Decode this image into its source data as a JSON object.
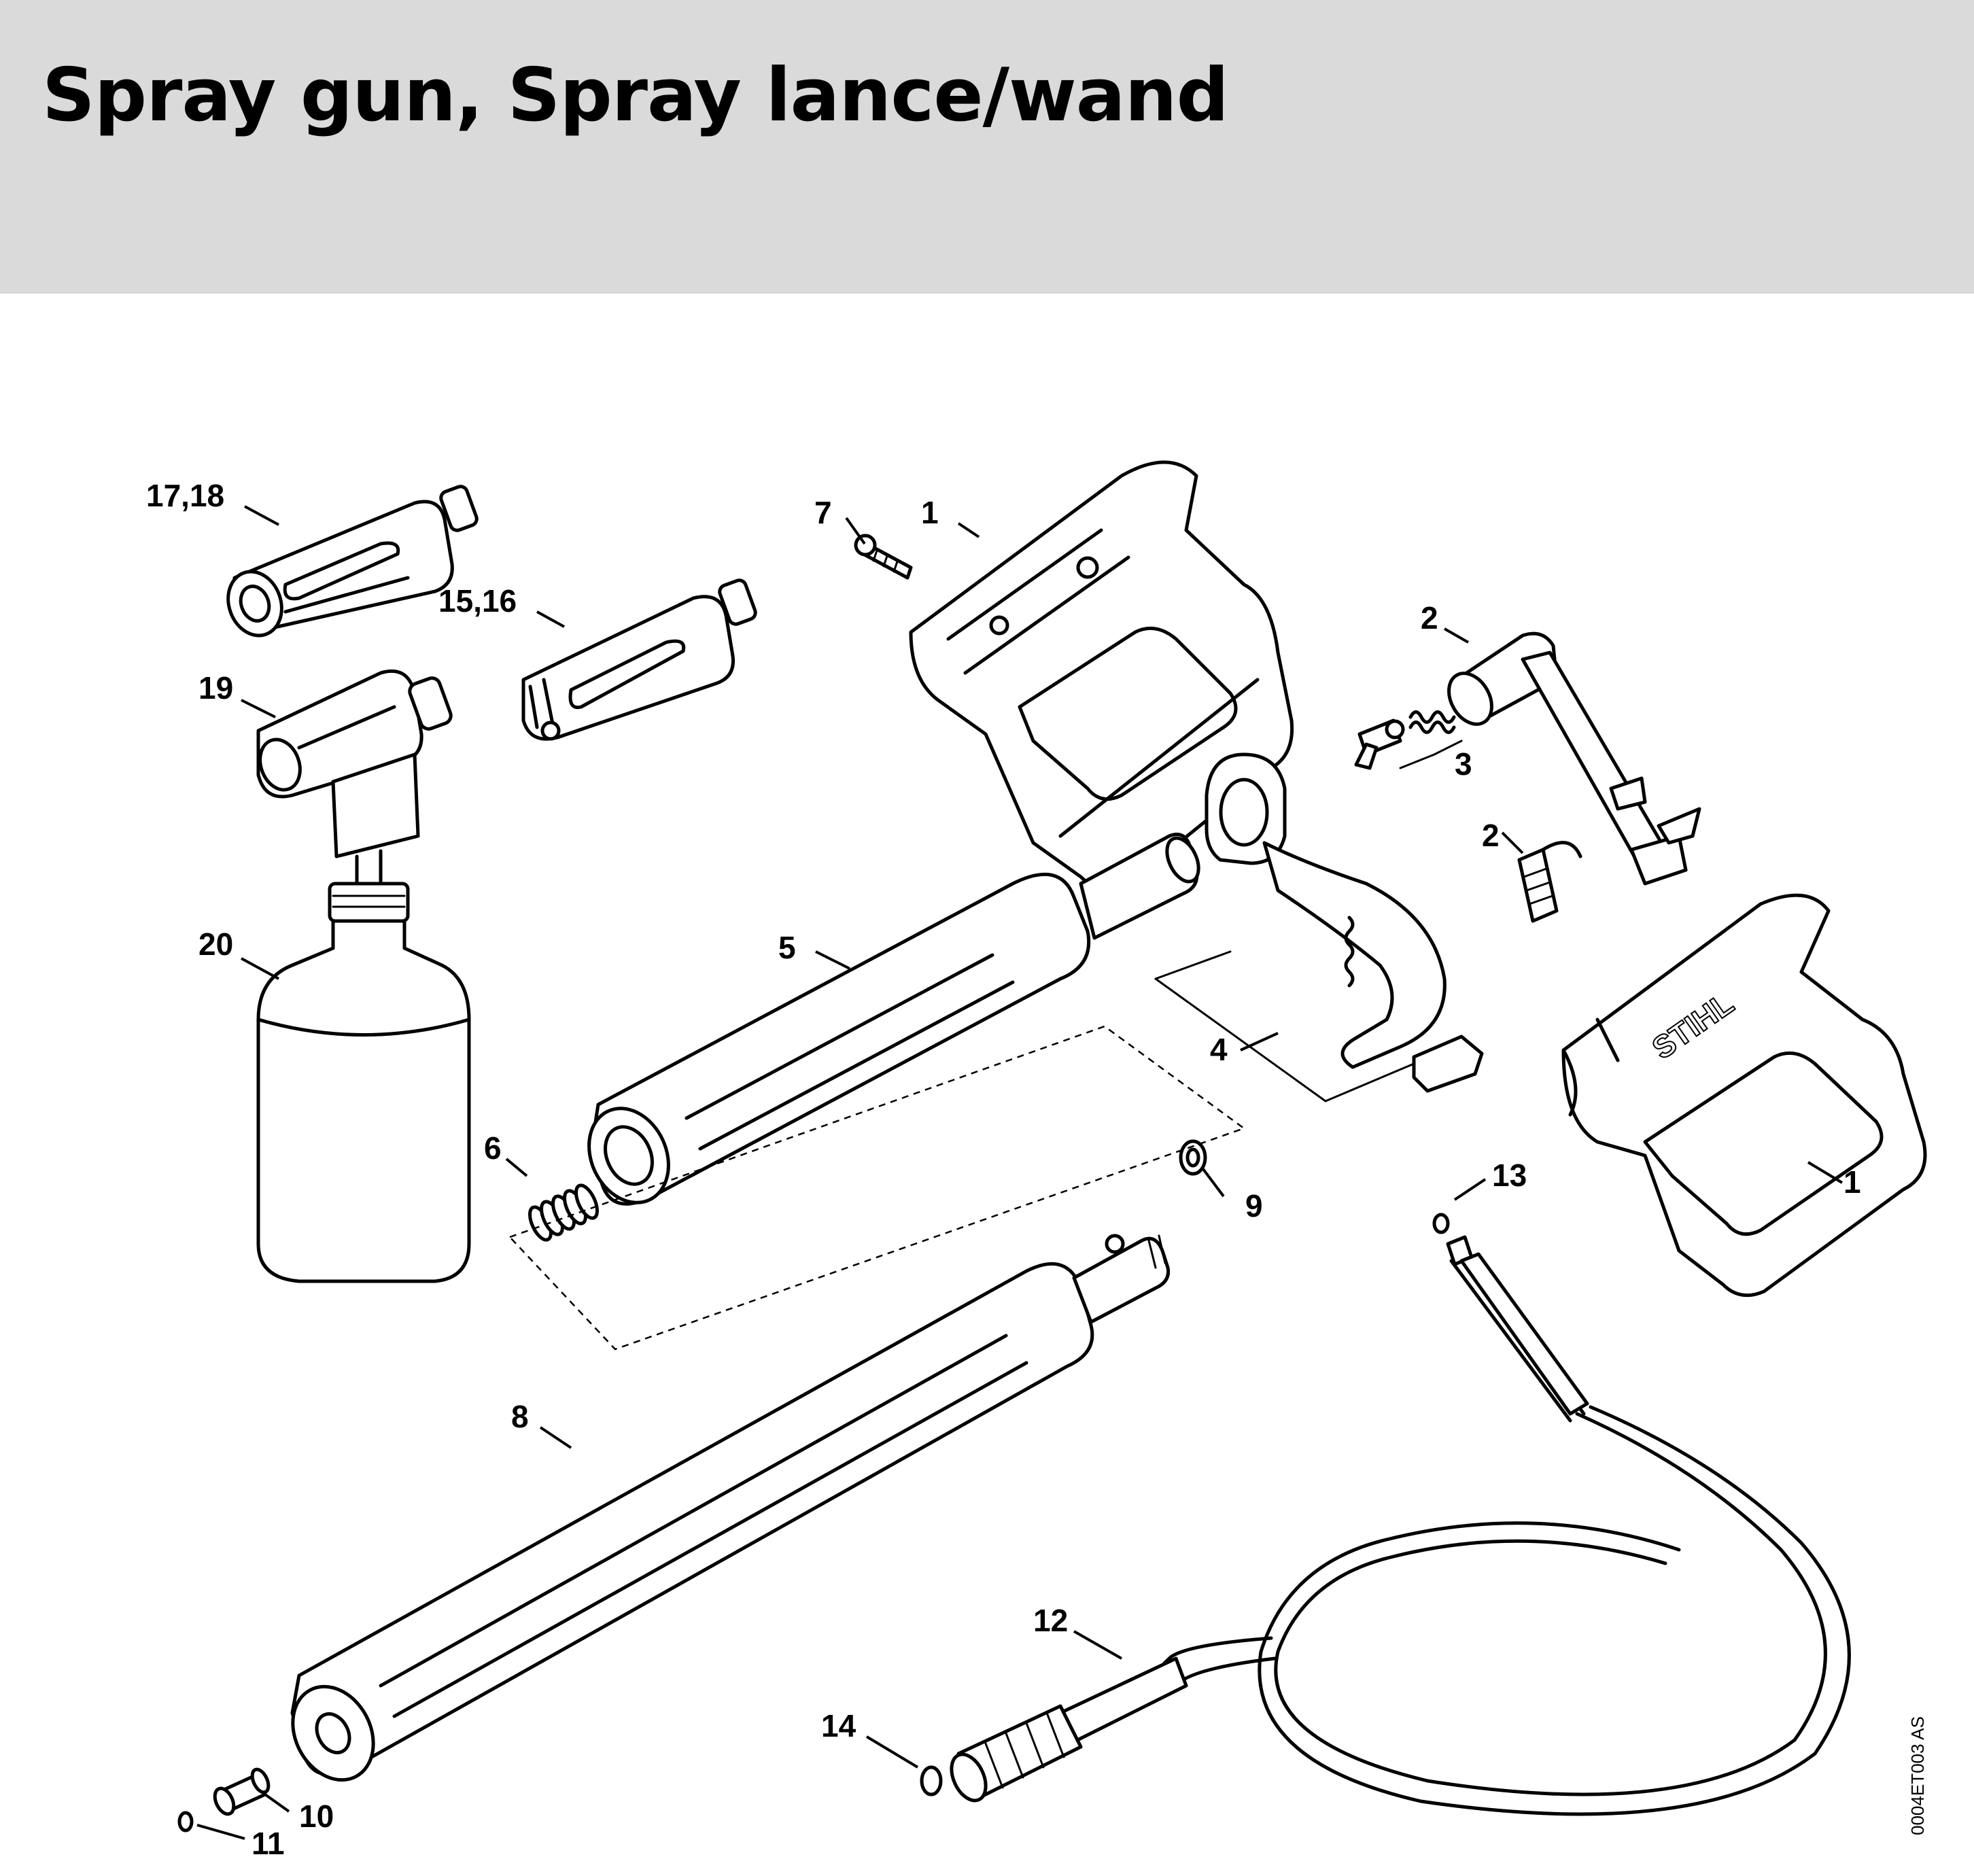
{
  "header": {
    "title": "Spray gun, Spray lance/wand",
    "background": "#d9dad9"
  },
  "diagram": {
    "callouts": [
      {
        "id": "c-17-18",
        "label": "17,18"
      },
      {
        "id": "c-15-16",
        "label": "15,16"
      },
      {
        "id": "c-19",
        "label": "19"
      },
      {
        "id": "c-20",
        "label": "20"
      },
      {
        "id": "c-7",
        "label": "7"
      },
      {
        "id": "c-1-top",
        "label": "1"
      },
      {
        "id": "c-2-top",
        "label": "2"
      },
      {
        "id": "c-3",
        "label": "3"
      },
      {
        "id": "c-2-mid",
        "label": "2"
      },
      {
        "id": "c-5",
        "label": "5"
      },
      {
        "id": "c-4",
        "label": "4"
      },
      {
        "id": "c-6",
        "label": "6"
      },
      {
        "id": "c-9",
        "label": "9"
      },
      {
        "id": "c-13",
        "label": "13"
      },
      {
        "id": "c-1-right",
        "label": "1"
      },
      {
        "id": "c-8",
        "label": "8"
      },
      {
        "id": "c-12",
        "label": "12"
      },
      {
        "id": "c-14",
        "label": "14"
      },
      {
        "id": "c-10",
        "label": "10"
      },
      {
        "id": "c-11",
        "label": "11"
      }
    ],
    "brand_mark": "STIHL",
    "doc_reference": "0004ET003 AS"
  }
}
